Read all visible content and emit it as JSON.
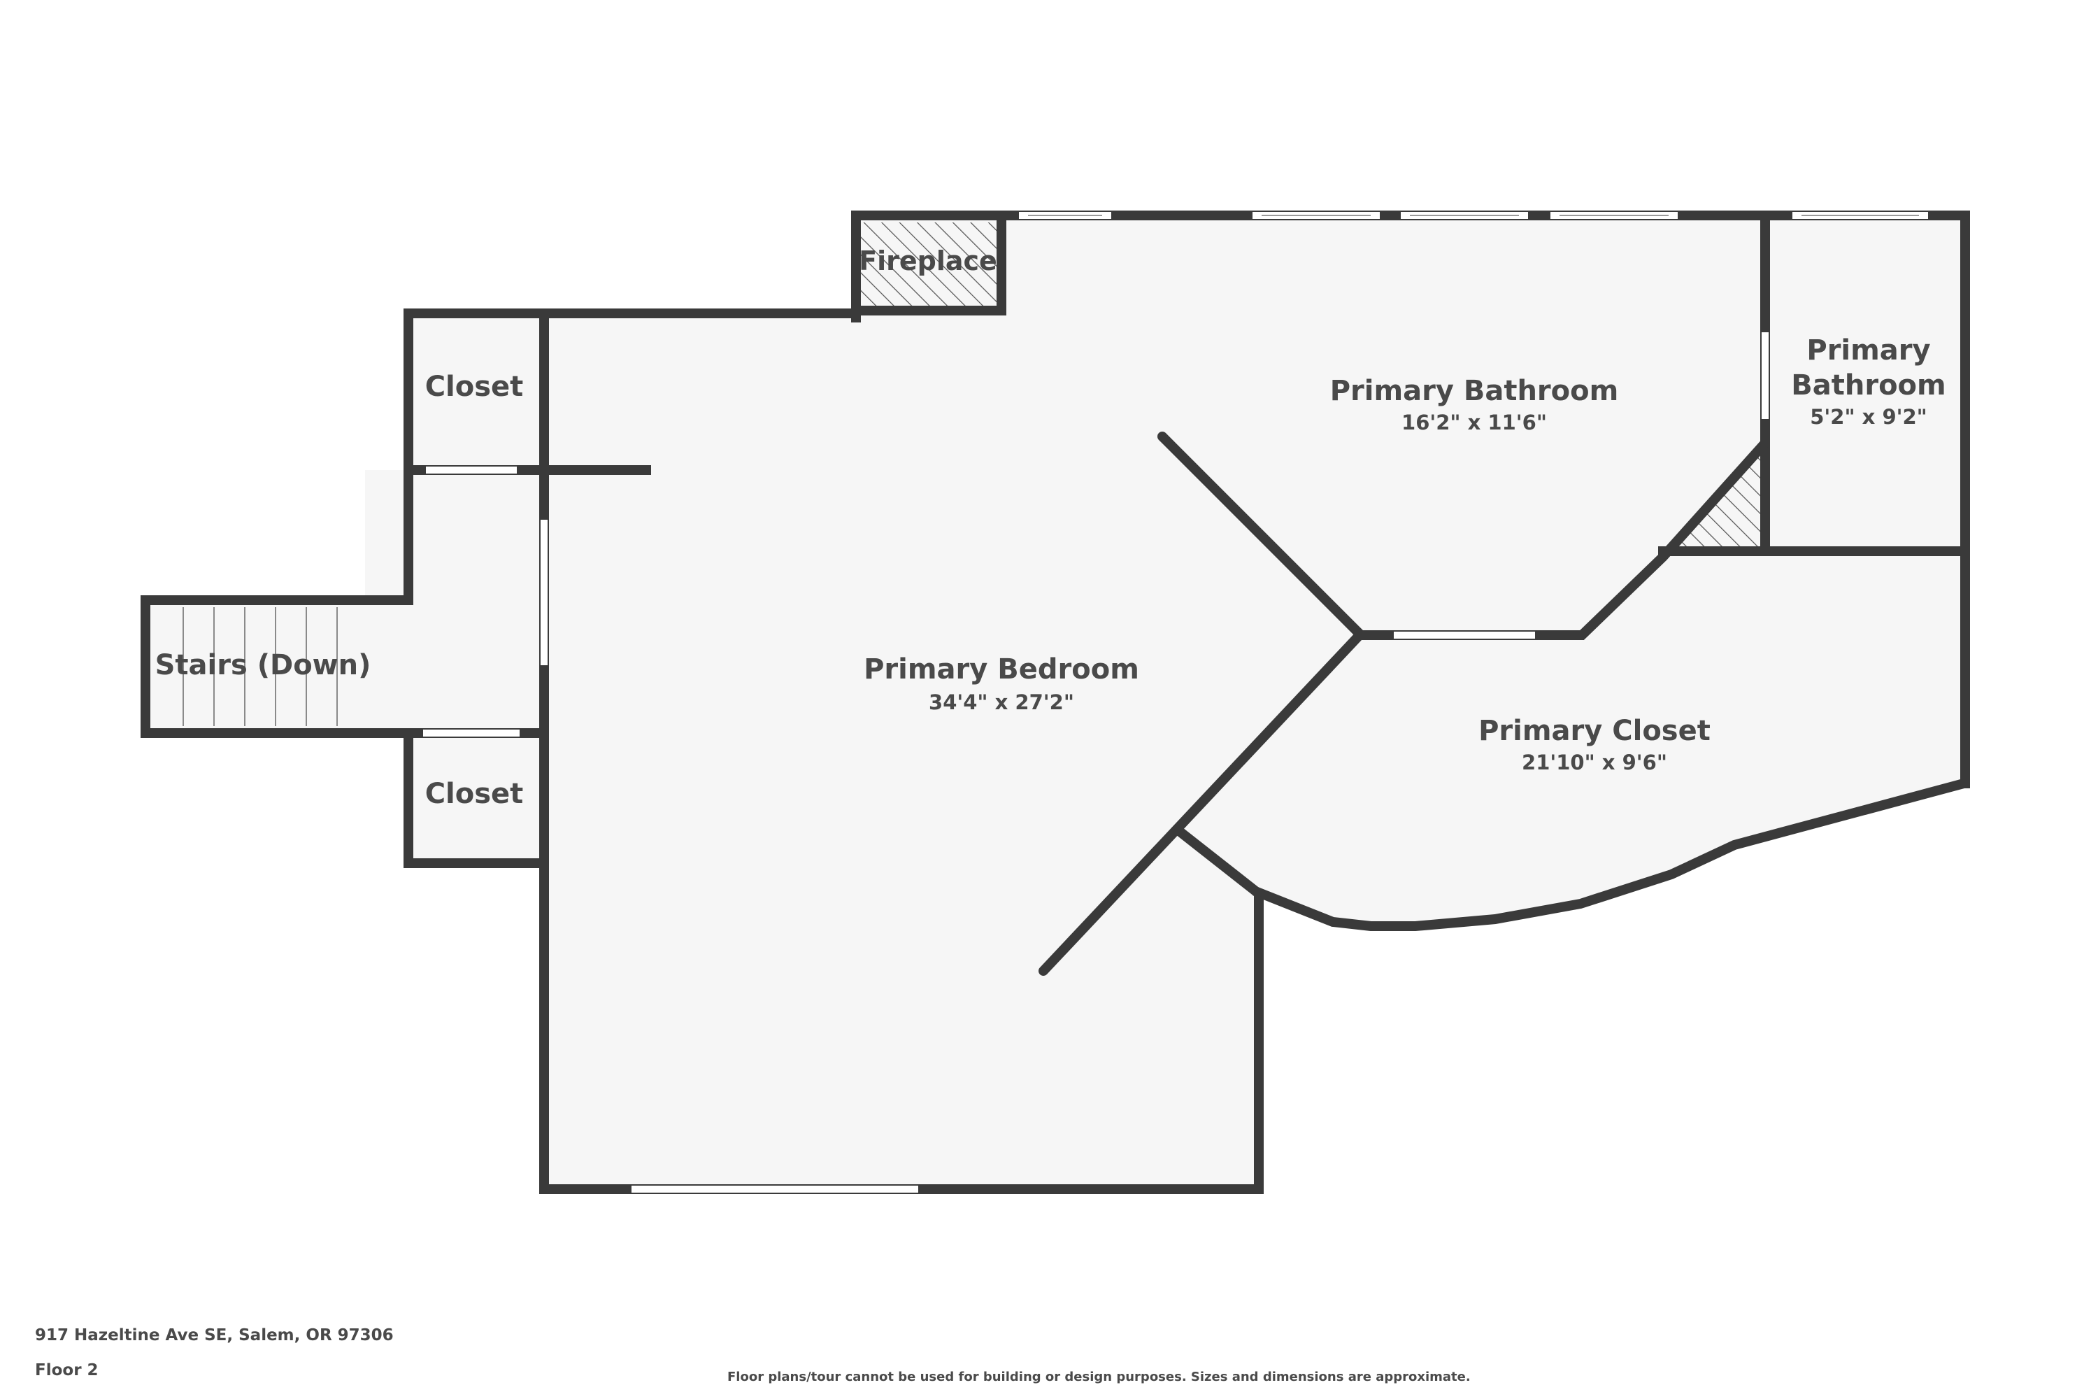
{
  "rooms": {
    "fireplace": {
      "name": "Fireplace"
    },
    "closet_upper": {
      "name": "Closet"
    },
    "closet_lower": {
      "name": "Closet"
    },
    "stairs": {
      "name": "Stairs (Down)"
    },
    "primary_bedroom": {
      "name": "Primary Bedroom",
      "dims": "34'4\" x 27'2\""
    },
    "primary_bathroom_large": {
      "name": "Primary Bathroom",
      "dims": "16'2\" x 11'6\""
    },
    "primary_bathroom_small": {
      "name_line1": "Primary",
      "name_line2": "Bathroom",
      "dims": "5'2\" x 9'2\""
    },
    "primary_closet": {
      "name": "Primary Closet",
      "dims": "21'10\" x 9'6\""
    }
  },
  "footer": {
    "address": "917 Hazeltine Ave SE, Salem, OR 97306",
    "floor": "Floor 2",
    "disclaimer": "Floor plans/tour cannot be used for building or design purposes. Sizes and dimensions are approximate."
  },
  "colors": {
    "wall": "#3a3a3a",
    "floor": "#f6f6f6",
    "text": "#4a4a4a",
    "background": "#ffffff"
  }
}
